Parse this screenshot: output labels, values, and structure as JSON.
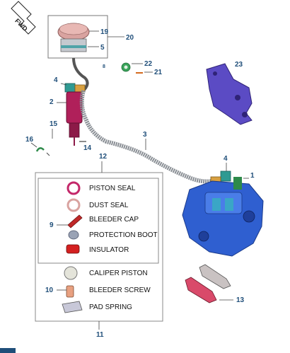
{
  "direction_label": "FWD",
  "callouts": {
    "c1": "1",
    "c2": "2",
    "c3": "3",
    "c4a": "4",
    "c4b": "4",
    "c5": "5",
    "c9": "9",
    "c10": "10",
    "c11": "11",
    "c12": "12",
    "c13": "13",
    "c14": "14",
    "c15": "15",
    "c16": "16",
    "c19": "19",
    "c20": "20",
    "c21": "21",
    "c22": "22",
    "c23": "23"
  },
  "kit_12_items": [
    "PISTON SEAL",
    "DUST SEAL",
    "BLEEDER CAP",
    "PROTECTION BOOT",
    "INSULATOR"
  ],
  "kit_11_items": [
    "CALIPER PISTON",
    "BLEEDER SCREW",
    "PAD SPRING"
  ],
  "colors": {
    "callout_text": "#1f4e79",
    "caliper_blue": "#2f5fd0",
    "bracket_purple": "#5b4bc4",
    "master_cylinder_magenta": "#b0205a",
    "hose_grey": "#8a8f95",
    "reservoir_cap": "#d9a3a0"
  }
}
